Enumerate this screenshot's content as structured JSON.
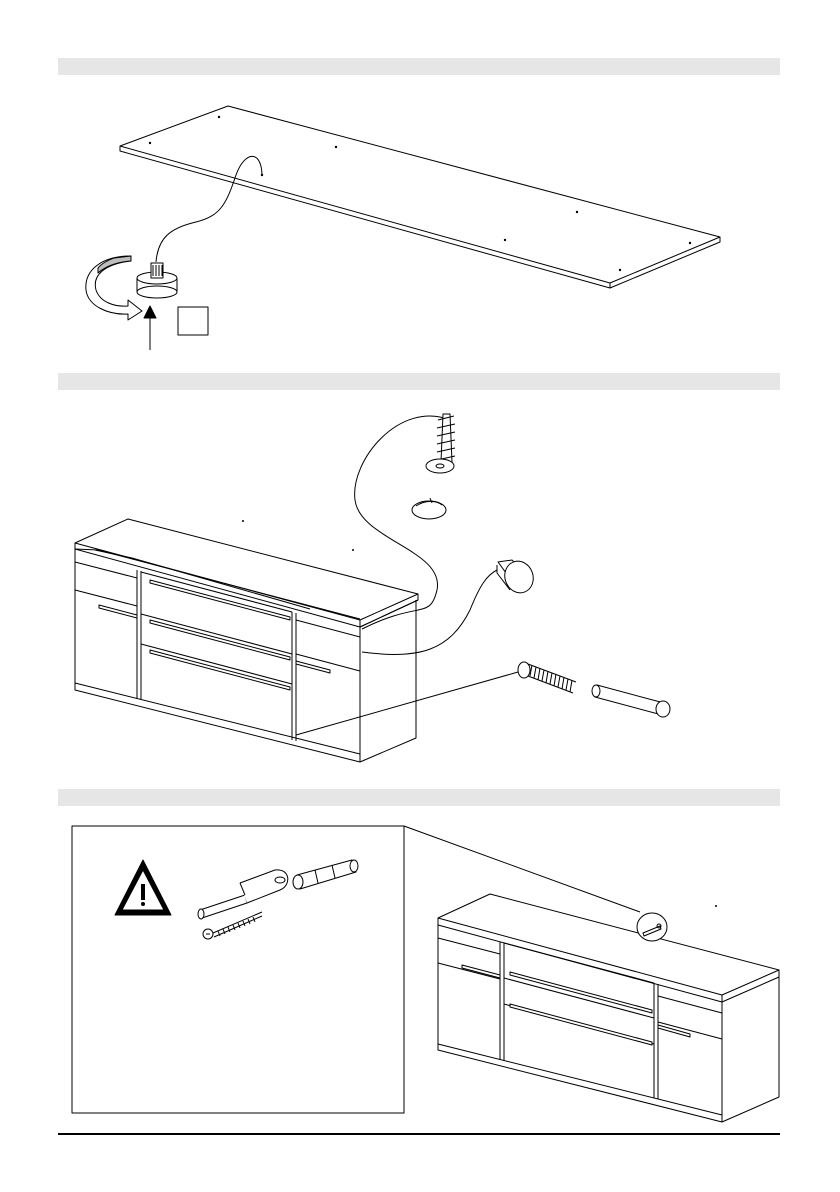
{
  "document": {
    "type": "assembly-instructions",
    "steps": [
      {
        "id": "step-1",
        "illustration": "leveling-foot-screwed-into-bottom-panel"
      },
      {
        "id": "step-2",
        "illustration": "connector-screws-and-dowels-in-sideboard"
      },
      {
        "id": "step-3",
        "illustration": "wall-anchor-fixing-bracket-warning"
      }
    ],
    "icons": [
      "rotate-arrow-icon",
      "push-arrow-icon",
      "warning-triangle-icon"
    ],
    "colors": {
      "step_bar": "#e6e6e6",
      "line_art": "#000000"
    }
  }
}
